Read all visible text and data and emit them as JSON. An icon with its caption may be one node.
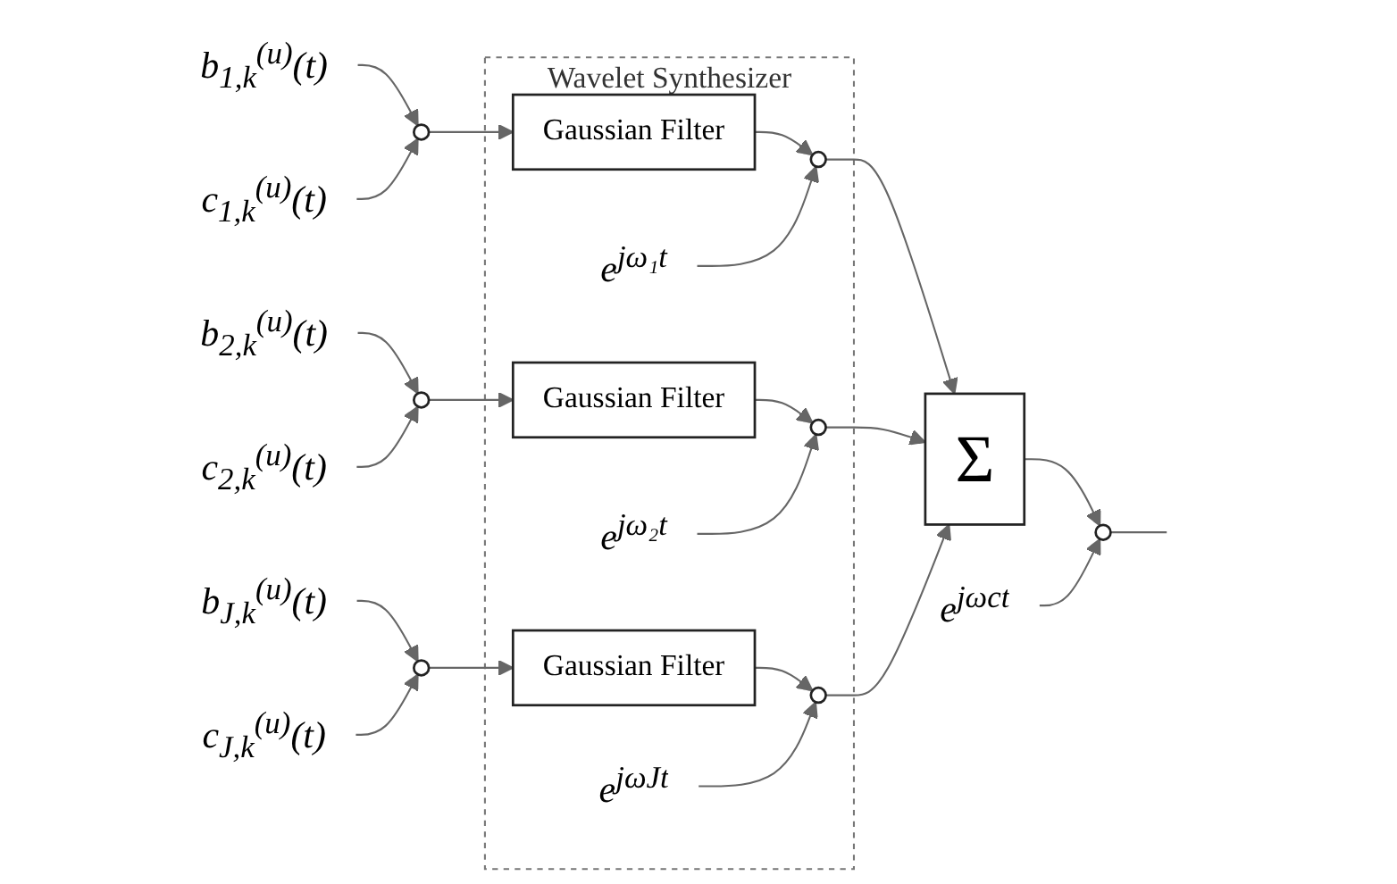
{
  "diagram": {
    "nodes": [
      {
        "text": [
          "b$_{1,k}$$^{(u)}$(t)"
        ]
      },
      {
        "text": [],
        "shape": "circle"
      },
      {
        "text": [
          "c$_{1,k}$$^{(u)}$(t)"
        ]
      },
      {
        "text": [
          "b$_{2,k}$$^{(u)}$(t)"
        ]
      },
      {
        "text": [],
        "shape": "circle"
      },
      {
        "text": [
          "c$_{2,k}$$^{(u)}$(t)"
        ]
      },
      {
        "text": [
          "b$_{J,k}$$^{(u)}$(t)"
        ]
      },
      {
        "text": [],
        "shape": "circle"
      },
      {
        "text": [
          "c$_{J,k}$$^{(u)}$(t)"
        ]
      },
      {
        "text": [
          "Wavelet Synthesizer"
        ]
      },
      {
        "text": [
          "Gaussian Filter"
        ],
        "in": 9
      },
      {
        "text": [],
        "shape": "circle",
        "in": 9
      },
      {
        "text": [
          "e$^{jω₁t}$"
        ],
        "in": 9
      },
      {
        "text": [
          "Gaussian Filter"
        ],
        "in": 9
      },
      {
        "text": [],
        "shape": "circle",
        "in": 9
      },
      {
        "text": [
          "e$^{jω₂t}$"
        ],
        "in": 9
      },
      {
        "text": [
          "Gaussian Filter"
        ],
        "in": 9
      },
      {
        "text": [],
        "shape": "circle",
        "in": 9
      },
      {
        "text": [
          "e$^{jωJt}$"
        ],
        "in": 9
      },
      {
        "text": [
          "Σ"
        ]
      },
      {
        "text": [],
        "shape": "circle"
      },
      {
        "text": [
          "e$^{jωct}$"
        ]
      }
    ],
    "edges": [
      {
        "from": 0,
        "to": 1,
        "arrow": "to"
      },
      {
        "from": 2,
        "to": 1,
        "arrow": "to"
      },
      {
        "from": 3,
        "to": 4,
        "arrow": "to"
      },
      {
        "from": 5,
        "to": 4,
        "arrow": "to"
      },
      {
        "from": 6,
        "to": 7,
        "arrow": "to"
      },
      {
        "from": 8,
        "to": 7,
        "arrow": "to"
      },
      {
        "from": 1,
        "to": 10,
        "arrow": "to"
      },
      {
        "from": 4,
        "to": 13,
        "arrow": "to"
      },
      {
        "from": 7,
        "to": 16,
        "arrow": "to"
      },
      {
        "from": 10,
        "to": 11,
        "arrow": "to"
      },
      {
        "from": 12,
        "to": 11,
        "arrow": "to"
      },
      {
        "from": 13,
        "to": 14,
        "arrow": "to"
      },
      {
        "from": 15,
        "to": 14,
        "arrow": "to"
      },
      {
        "from": 16,
        "to": 17,
        "arrow": "to"
      },
      {
        "from": 18,
        "to": 17,
        "arrow": "to"
      },
      {
        "from": 11,
        "to": 19,
        "arrow": "to"
      },
      {
        "from": 14,
        "to": 19,
        "arrow": "to"
      },
      {
        "from": 17,
        "to": 19,
        "arrow": "to"
      },
      {
        "from": 19,
        "to": 20,
        "arrow": "to"
      },
      {
        "from": 21,
        "to": 20,
        "arrow": "to"
      },
      {
        "from": 20,
        "to": null,
        "arrow": "none"
      }
    ]
  }
}
